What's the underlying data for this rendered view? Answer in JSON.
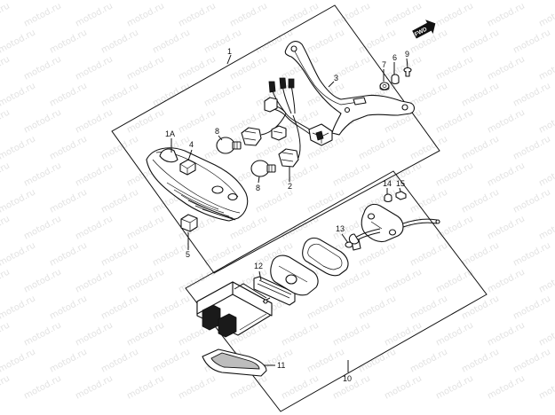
{
  "watermark_text": "motod.ru",
  "direction_label": "FWD",
  "callouts": {
    "c1": "1",
    "c1a": "1A",
    "c2": "2",
    "c3": "3",
    "c4": "4",
    "c5": "5",
    "c6": "6",
    "c7": "7",
    "c8a": "8",
    "c8b": "8",
    "c9": "9",
    "c10": "10",
    "c11": "11",
    "c12": "12",
    "c13": "13",
    "c14": "14",
    "c15": "15"
  },
  "colors": {
    "line": "#111111",
    "watermark": "#e2e2e2",
    "background": "#ffffff"
  }
}
